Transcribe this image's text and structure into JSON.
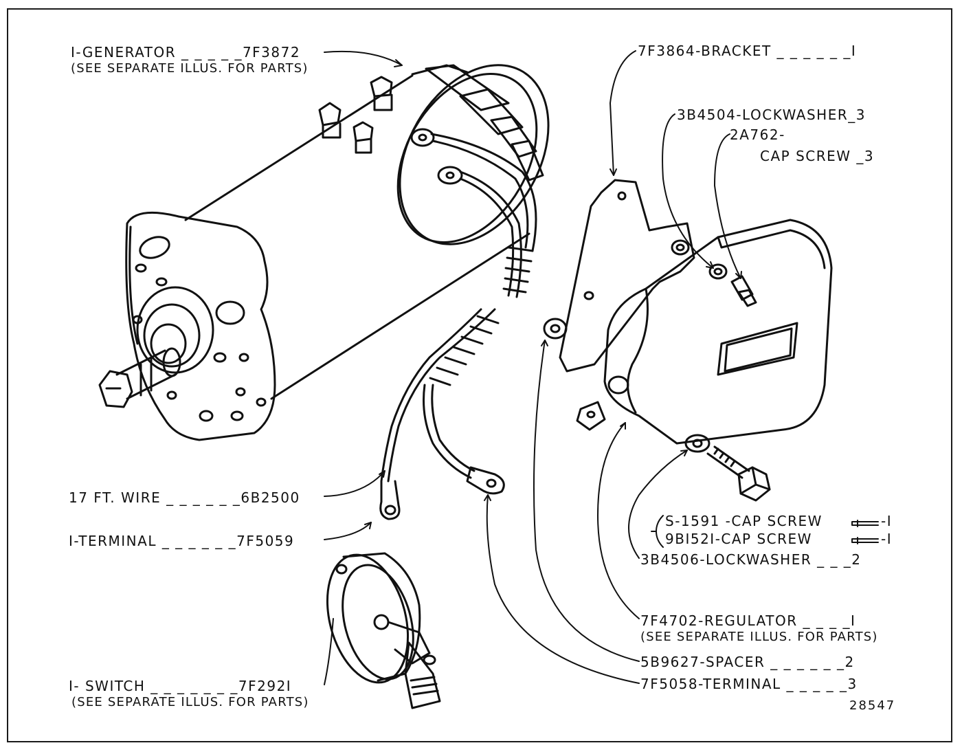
{
  "labels": {
    "generator": "I-GENERATOR _ _ _ _ _7F3872",
    "generator_note": "(SEE SEPARATE ILLUS. FOR PARTS)",
    "wire": "17 FT. WIRE _ _ _ _ _ _6B2500",
    "terminal_left": "I-TERMINAL _ _ _ _ _ _7F5059",
    "switch": "I- SWITCH _ _ _ _ _ _ _7F292I",
    "switch_note": "(SEE SEPARATE ILLUS. FOR PARTS)",
    "bracket": "7F3864-BRACKET _ _ _ _ _ _I",
    "lockwasher3": "3B4504-LOCKWASHER_3",
    "capscrew_num": "2A762-",
    "capscrew3": "CAP SCREW _3",
    "capscrew_s1591": "S-1591 -CAP SCREW",
    "capscrew_s1591_qty": "-I",
    "capscrew_9b1521": "9BI52I-CAP SCREW",
    "capscrew_9b1521_qty": "-I",
    "lockwasher2": "3B4506-LOCKWASHER _ _ _2",
    "regulator": "7F4702-REGULATOR _ _ _ _I",
    "regulator_note": "(SEE SEPARATE ILLUS. FOR PARTS)",
    "spacer": "5B9627-SPACER _ _ _ _ _ _2",
    "terminal_right": "7F5058-TERMINAL _ _ _ _ _3",
    "figure_number": "28547"
  }
}
